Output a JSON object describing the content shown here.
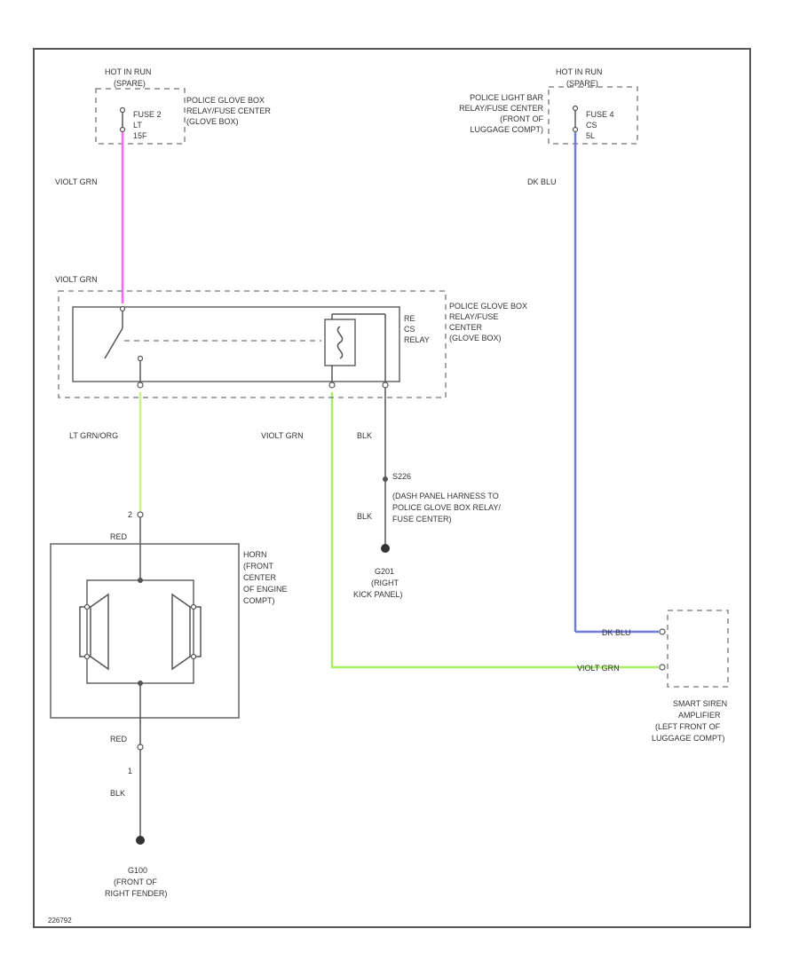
{
  "colors": {
    "violet_green": "#ff66ff",
    "dark_blue": "#6f7fe0",
    "light_green": "#ccf08a",
    "yellow_green": "#aaee66",
    "line": "#555555"
  },
  "fuse_left": {
    "header": [
      "HOT IN RUN",
      "(SPARE)"
    ],
    "fuse": [
      "FUSE 2",
      "LT",
      "15F"
    ],
    "location": [
      "POLICE GLOVE BOX",
      "RELAY/FUSE CENTER",
      "(GLOVE BOX)"
    ]
  },
  "fuse_right": {
    "header": [
      "HOT IN RUN",
      "(SPARE)"
    ],
    "fuse": [
      "FUSE 4",
      "CS",
      "5L"
    ],
    "location": [
      "POLICE LIGHT BAR",
      "RELAY/FUSE CENTER",
      "(FRONT OF",
      "LUGGAGE COMPT)"
    ]
  },
  "wires": {
    "left_top": "VIOLT GRN",
    "left_relay_in": "VIOLT GRN",
    "right_top": "DK BLU",
    "lt_grn": "LT GRN/ORG",
    "violt_grn_mid": "VIOLT GRN",
    "blk_mid": "BLK",
    "blk_low": "BLK",
    "dk_blu_siren": "DK BLU",
    "violt_grn_siren": "VIOLT GRN",
    "horn_top": "RED",
    "horn_bottom": "RED",
    "horn_bottom_pin": "1",
    "horn_gnd_wire": "BLK",
    "horn_top_pin": "2"
  },
  "relay": {
    "tag": [
      "RE",
      "CS",
      "RELAY"
    ],
    "location": [
      "POLICE GLOVE BOX",
      "RELAY/FUSE",
      "CENTER",
      "(GLOVE BOX)"
    ]
  },
  "splice": {
    "id": "S226",
    "desc": [
      "(DASH PANEL HARNESS TO",
      "POLICE GLOVE BOX RELAY/",
      "FUSE CENTER)"
    ]
  },
  "grounds": {
    "g1_id": "G201",
    "g1_desc": [
      "(RIGHT",
      "KICK PANEL)"
    ],
    "g2_id": "G100",
    "g2_desc": [
      "(FRONT OF",
      "RIGHT FENDER)"
    ]
  },
  "horn": {
    "label": [
      "HORN",
      "(FRONT",
      "CENTER",
      "OF ENGINE",
      "COMPT)"
    ]
  },
  "amplifier": {
    "label": [
      "SMART SIREN",
      "AMPLIFIER",
      "(LEFT FRONT OF",
      "LUGGAGE COMPT)"
    ]
  },
  "footer_code": "226792"
}
